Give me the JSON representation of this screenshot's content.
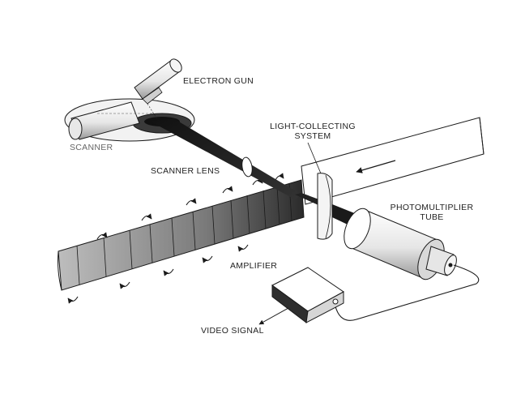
{
  "labels": {
    "electron_gun": "ELECTRON GUN",
    "scanner": "SCANNER",
    "scanner_lens": "SCANNER LENS",
    "light_collecting_line1": "LIGHT-COLLECTING",
    "light_collecting_line2": "SYSTEM",
    "photomultiplier_line1": "PHOTOMULTIPLIER",
    "photomultiplier_line2": "TUBE",
    "amplifier": "AMPLIFIER",
    "video_signal": "VIDEO SIGNAL"
  },
  "colors": {
    "ink": "#1a1a1a",
    "film": "#8a8a8a",
    "film_dark": "#3c3c3c",
    "gray_label": "#666666"
  }
}
